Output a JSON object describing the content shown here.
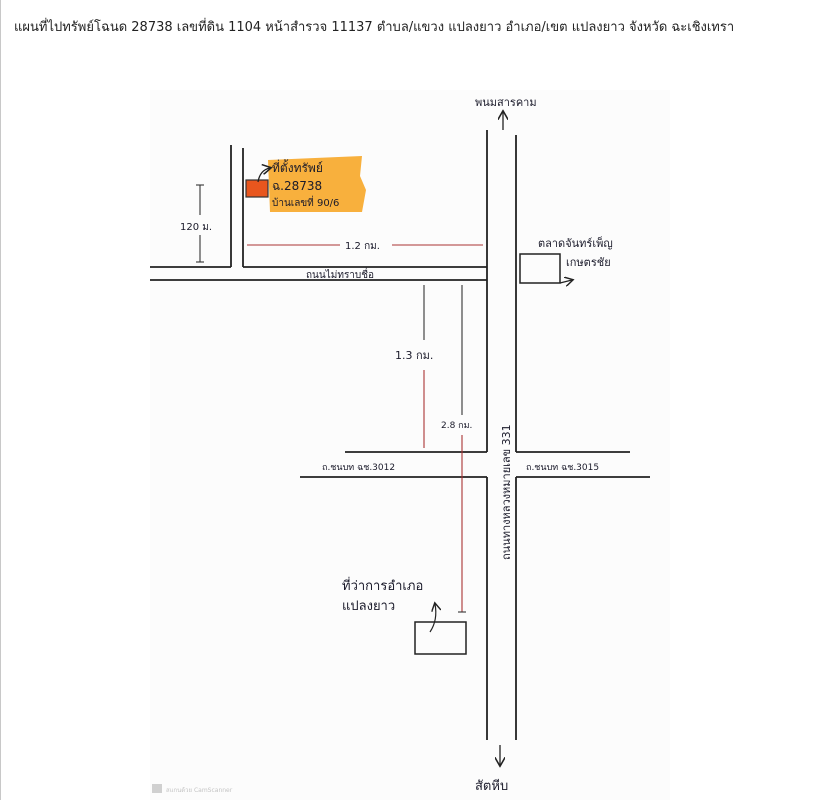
{
  "document": {
    "title": "แผนที่ไปทรัพย์โฉนด 28738 เลขที่ดิน 1104 หน้าสำรวจ  11137  ตำบล/แขวง แปลงยาว  อำเภอ/เขต แปลงยาว จังหวัด ฉะเชิงเทรา"
  },
  "map": {
    "north_destination": "พนมสารคาม",
    "south_destination": "สัตหีบ",
    "property_label": [
      "ที่ตั้งทรัพย์",
      "ฉ.28738",
      "บ้านเลขที่ 90/6"
    ],
    "distance_120": "120 ม.",
    "distance_1_2": "1.2 กม.",
    "distance_1_3": "1.3 กม.",
    "distance_2_8": "2.8 กม.",
    "unnamed_road": "ถนนไม่ทราบชื่อ",
    "highway": "ถนนทางหลวงหมายเลข 331",
    "west_road": "ถ.ชนบท ฉช.3012",
    "east_road": "ถ.ชนบท ฉช.3015",
    "market": [
      "ตลาดจันทร์เพ็ญ",
      "เกษตรชัย"
    ],
    "district_office": [
      "ที่ว่าการอำเภอ",
      "แปลงยาว"
    ],
    "highlight_color": "#f7a21b",
    "property_color": "#e8561e"
  },
  "watermark": "สแกนด้วย CamScanner"
}
